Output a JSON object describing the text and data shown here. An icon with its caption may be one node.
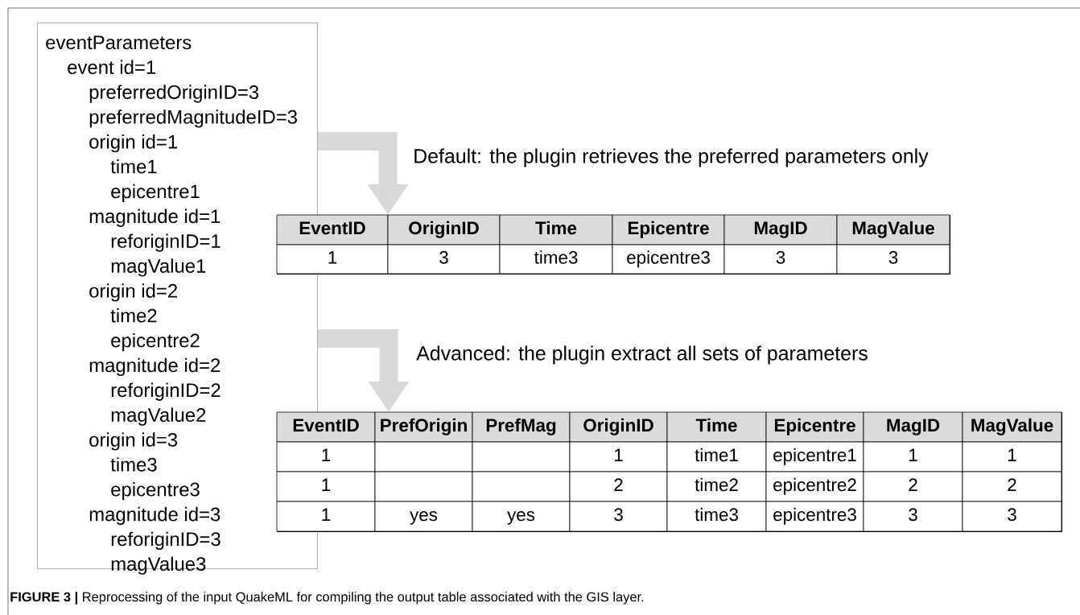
{
  "diagram": {
    "caption": "**FIGURE 3 |** Reprocessing of the input QuakeML for compiling the output table associated with the GIS layer.",
    "nodes": [
      {
        "text": [
          "eventParameters",
          "event id=1",
          "preferredOriginID=3",
          "preferredMagnitudeID=3",
          "origin id=1",
          "time1",
          "epicentre1",
          "magnitude id=1",
          "reforiginID=1",
          "magValue1",
          "origin id=2",
          "time2",
          "epicentre2",
          "magnitude id=2",
          "reforiginID=2",
          "magValue2",
          "origin id=3",
          "time3",
          "epicentre3",
          "magnitude id=3",
          "reforiginID=3",
          "magValue3"
        ]
      },
      {
        "text": [],
        "shape": "box"
      },
      {
        "text": [
          "EventID"
        ],
        "in": 1
      },
      {
        "text": [
          "OriginID"
        ],
        "in": 1
      },
      {
        "text": [
          "Time"
        ],
        "in": 1
      },
      {
        "text": [
          "Epicentre"
        ],
        "in": 1
      },
      {
        "text": [
          "MagID"
        ],
        "in": 1
      },
      {
        "text": [
          "MagValue"
        ],
        "in": 1
      },
      {
        "text": [
          "1"
        ],
        "in": 1
      },
      {
        "text": [
          "3"
        ],
        "in": 1
      },
      {
        "text": [
          "time3"
        ],
        "in": 1
      },
      {
        "text": [
          "epicentre3"
        ],
        "in": 1
      },
      {
        "text": [
          "3"
        ],
        "in": 1
      },
      {
        "text": [
          "3"
        ],
        "in": 1
      },
      {
        "text": [],
        "shape": "box"
      },
      {
        "text": [
          "EventID"
        ],
        "in": 14
      },
      {
        "text": [
          "PrefOrigin"
        ],
        "in": 14
      },
      {
        "text": [
          "PrefMag"
        ],
        "in": 14
      },
      {
        "text": [
          "OriginID"
        ],
        "in": 14
      },
      {
        "text": [
          "Time"
        ],
        "in": 14
      },
      {
        "text": [
          "Epicentre"
        ],
        "in": 14
      },
      {
        "text": [
          "MagID"
        ],
        "in": 14
      },
      {
        "text": [
          "MagValue"
        ],
        "in": 14
      },
      {
        "text": [
          "1"
        ],
        "in": 14
      },
      {
        "text": [],
        "shape": "box",
        "in": 14
      },
      {
        "text": [],
        "shape": "box",
        "in": 14
      },
      {
        "text": [
          "1"
        ],
        "in": 14
      },
      {
        "text": [
          "time1"
        ],
        "in": 14
      },
      {
        "text": [
          "epicentre1"
        ],
        "in": 14
      },
      {
        "text": [
          "1"
        ],
        "in": 14
      },
      {
        "text": [
          "1"
        ],
        "in": 14
      },
      {
        "text": [
          "1"
        ],
        "in": 14
      },
      {
        "text": [],
        "shape": "box",
        "in": 14
      },
      {
        "text": [],
        "shape": "box",
        "in": 14
      },
      {
        "text": [
          "2"
        ],
        "in": 14
      },
      {
        "text": [
          "time2"
        ],
        "in": 14
      },
      {
        "text": [
          "epicentre2"
        ],
        "in": 14
      },
      {
        "text": [
          "2"
        ],
        "in": 14
      },
      {
        "text": [
          "2"
        ],
        "in": 14
      },
      {
        "text": [
          "1"
        ],
        "in": 14
      },
      {
        "text": [
          "yes"
        ],
        "in": 14
      },
      {
        "text": [
          "yes"
        ],
        "in": 14
      },
      {
        "text": [
          "3"
        ],
        "in": 14
      },
      {
        "text": [
          "time3"
        ],
        "in": 14
      },
      {
        "text": [
          "epicentre3"
        ],
        "in": 14
      },
      {
        "text": [
          "3"
        ],
        "in": 14
      },
      {
        "text": [
          "3"
        ],
        "in": 14
      }
    ],
    "edges": [
      {
        "from": 0,
        "to": 1,
        "arrow": "to",
        "label": "Default: the plugin retrieves the preferred parameters only"
      },
      {
        "from": 0,
        "to": 14,
        "arrow": "to",
        "label": "Advanced: the plugin extract all sets of parameters"
      }
    ]
  }
}
